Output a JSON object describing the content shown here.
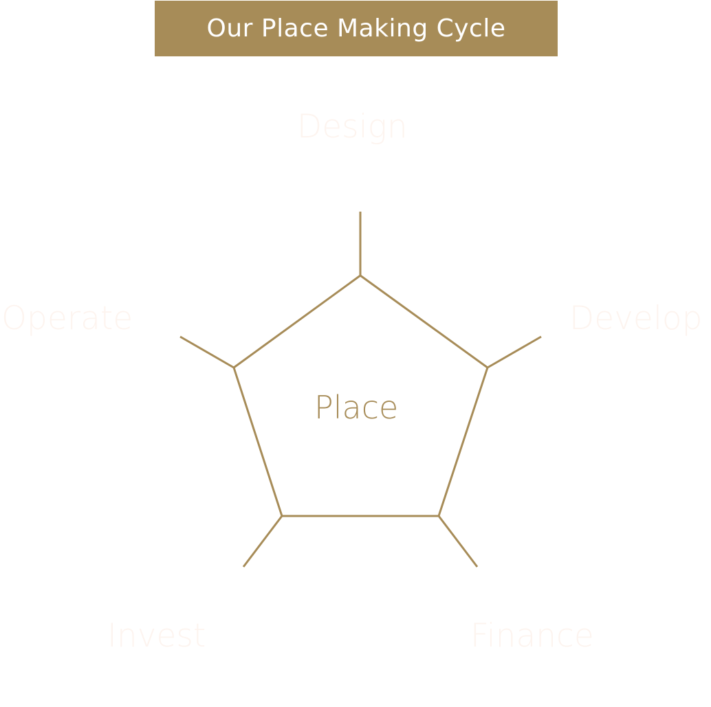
{
  "title": "Our Place Making Cycle",
  "center_label": "Place",
  "stages": {
    "design": "Design",
    "develop": "Develop",
    "finance": "Finance",
    "invest": "Invest",
    "operate": "Operate"
  },
  "colors": {
    "accent": "#a78c58",
    "title_text": "#ffffff",
    "stage_label": "#fdf4ef",
    "background": "#ffffff"
  }
}
